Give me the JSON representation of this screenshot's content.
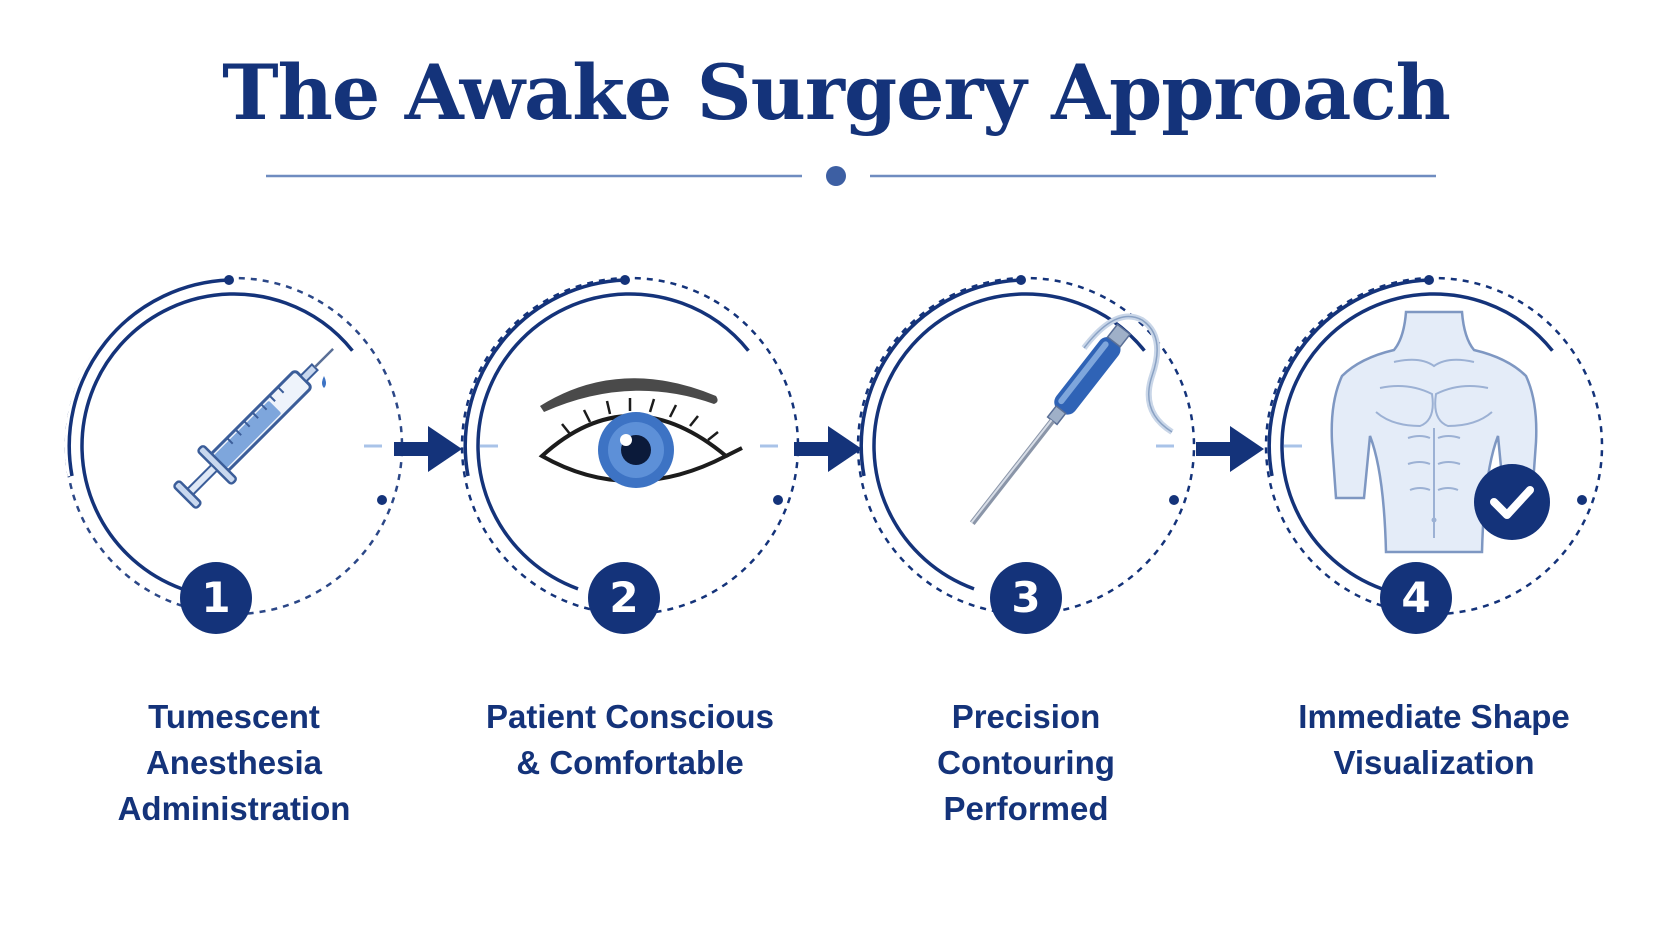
{
  "title": "The Awake Surgery Approach",
  "colors": {
    "navy": "#14337a",
    "accent_blue": "#3d73c4",
    "light_blue": "#a9c3e8"
  },
  "steps": [
    {
      "number": "1",
      "icon": "syringe-icon",
      "label_lines": [
        "Tumescent",
        "Anesthesia",
        "Administration"
      ]
    },
    {
      "number": "2",
      "icon": "open-eye-icon",
      "label_lines": [
        "Patient Conscious",
        "& Comfortable"
      ]
    },
    {
      "number": "3",
      "icon": "cannula-icon",
      "label_lines": [
        "Precision",
        "Contouring",
        "Performed"
      ]
    },
    {
      "number": "4",
      "icon": "torso-check-icon",
      "label_lines": [
        "Immediate Shape",
        "Visualization"
      ]
    }
  ]
}
